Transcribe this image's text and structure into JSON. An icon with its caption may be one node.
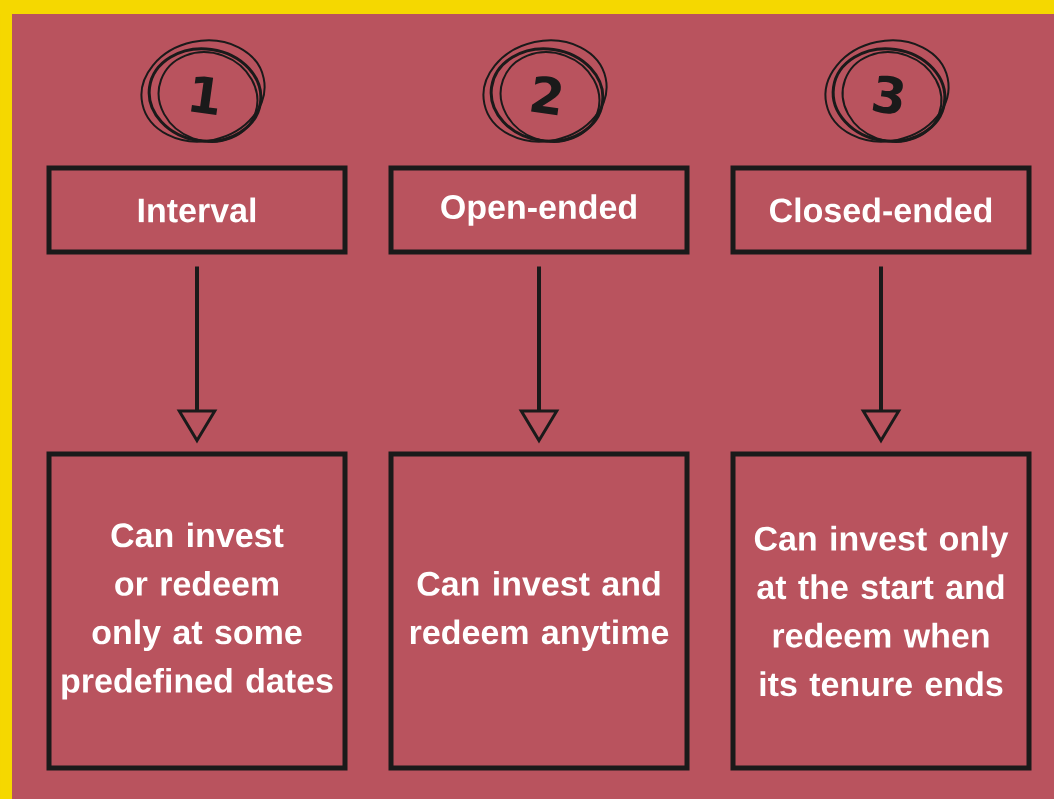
{
  "diagram": {
    "nodes": [
      {
        "text": [
          "1"
        ]
      },
      {
        "text": [
          "2"
        ]
      },
      {
        "text": [
          "3"
        ]
      },
      {
        "text": [
          "Interval"
        ]
      },
      {
        "text": [
          "Open-ended"
        ]
      },
      {
        "text": [
          "Closed-ended"
        ]
      },
      {
        "text": [
          "Can invest or redeem only at some predefined dates"
        ]
      },
      {
        "text": [
          "Can invest and redeem anytime"
        ]
      },
      {
        "text": [
          "Can invest only at the start and redeem when its tenure ends"
        ]
      }
    ],
    "edges": [
      {
        "from": 3,
        "to": 6,
        "arrow": "to"
      },
      {
        "from": 4,
        "to": 7,
        "arrow": "to"
      },
      {
        "from": 5,
        "to": 8,
        "arrow": "to"
      }
    ]
  }
}
